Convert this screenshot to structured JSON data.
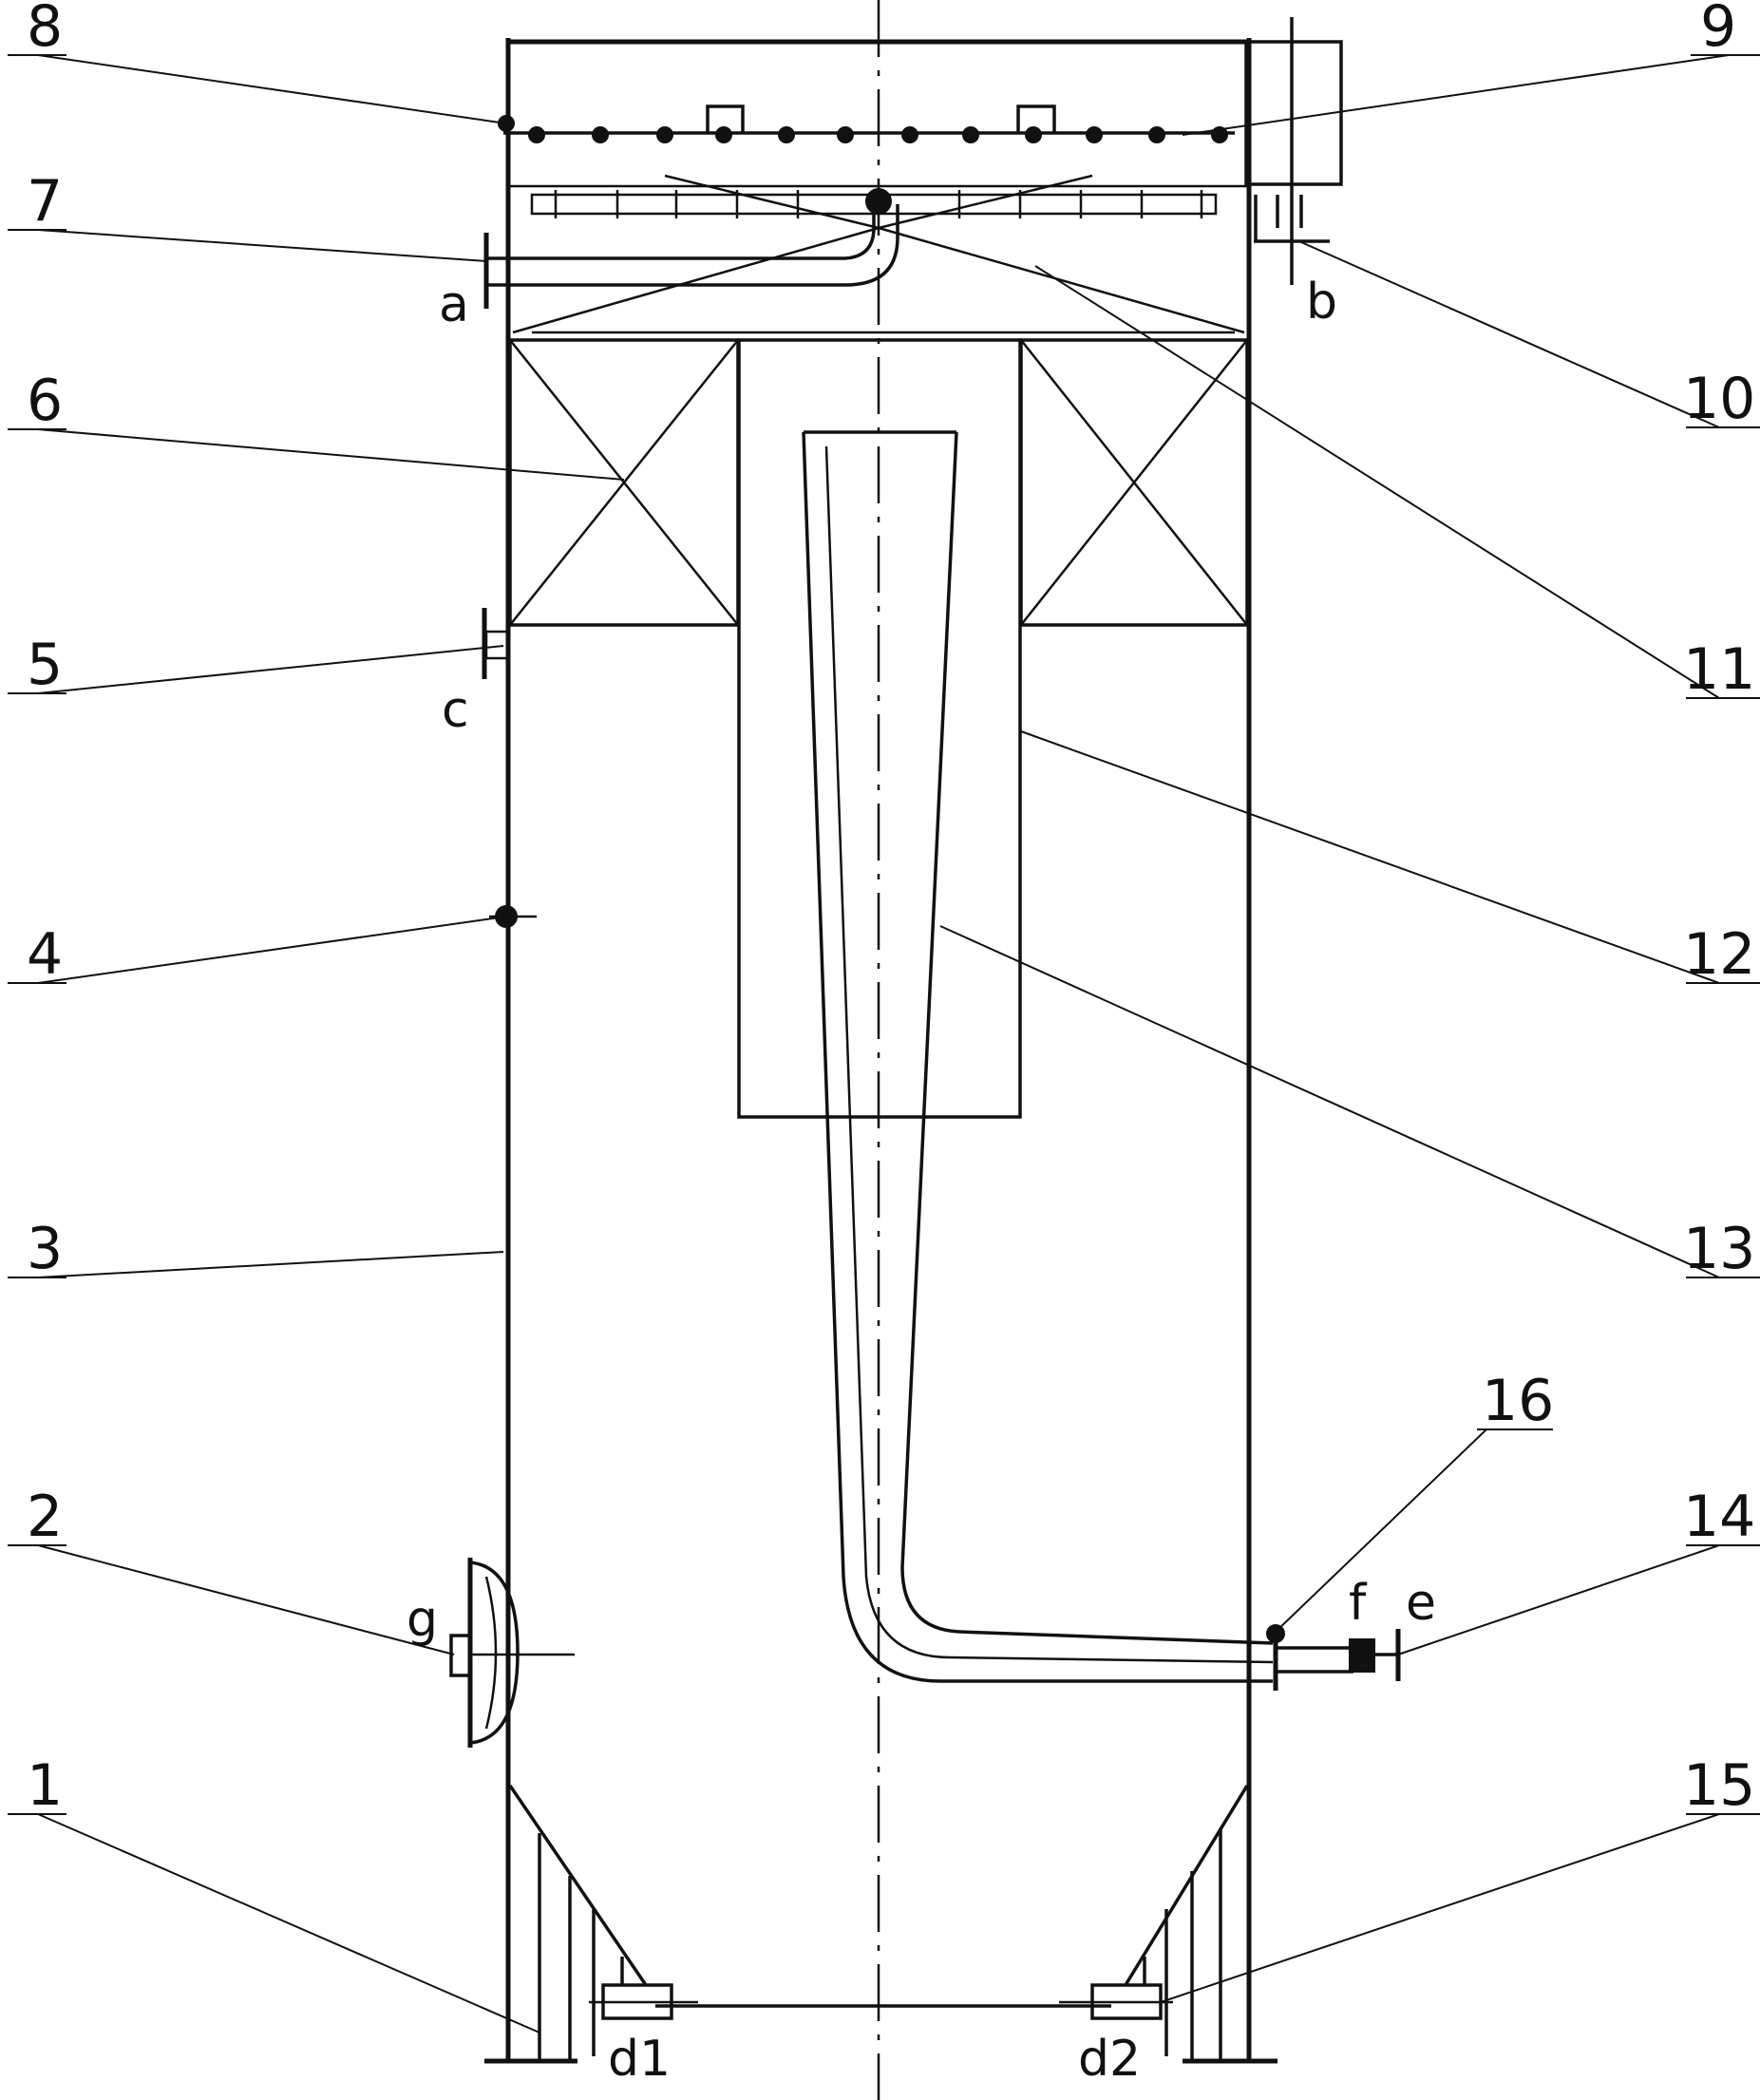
{
  "part_numbers": [
    "1",
    "2",
    "3",
    "4",
    "5",
    "6",
    "7",
    "8",
    "9",
    "10",
    "11",
    "12",
    "13",
    "14",
    "15",
    "16"
  ],
  "port_letters": [
    "a",
    "b",
    "c",
    "d1",
    "d2",
    "e",
    "f",
    "g"
  ],
  "colors": {
    "line": "#111111",
    "background": "#ffffff"
  }
}
